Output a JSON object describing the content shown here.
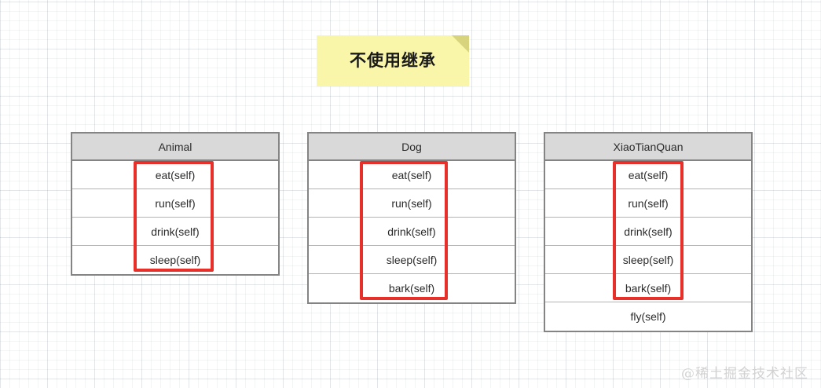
{
  "note": {
    "text": "不使用继承",
    "background_color": "#f9f6a9",
    "fold_color": "#d8d47e"
  },
  "colors": {
    "header_fill": "#d9d9d9",
    "table_border": "#848484",
    "row_divider": "#b3b3b3",
    "highlight": "#e8302a",
    "text": "#2b2b2b",
    "watermark": "#d2d2d2"
  },
  "tables": [
    {
      "id": "animal",
      "title": "Animal",
      "methods": [
        "eat(self)",
        "run(self)",
        "drink(self)",
        "sleep(self)"
      ],
      "highlight_rows": [
        0,
        1,
        2,
        3
      ]
    },
    {
      "id": "dog",
      "title": "Dog",
      "methods": [
        "eat(self)",
        "run(self)",
        "drink(self)",
        "sleep(self)",
        "bark(self)"
      ],
      "highlight_rows": [
        0,
        1,
        2,
        3,
        4
      ]
    },
    {
      "id": "xiaotianquan",
      "title": "XiaoTianQuan",
      "methods": [
        "eat(self)",
        "run(self)",
        "drink(self)",
        "sleep(self)",
        "bark(self)",
        "fly(self)"
      ],
      "highlight_rows": [
        0,
        1,
        2,
        3,
        4
      ]
    }
  ],
  "watermark": {
    "text": "@稀土掘金技术社区"
  }
}
